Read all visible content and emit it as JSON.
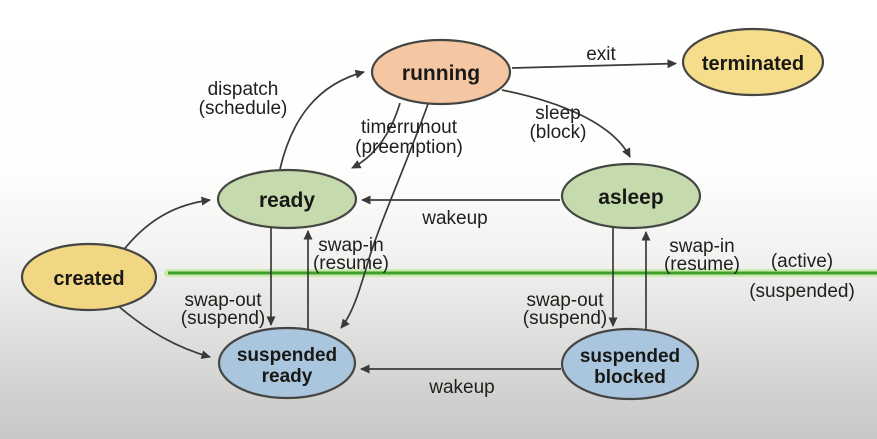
{
  "nodes": {
    "created": {
      "label": "created",
      "fill": "#f1d783"
    },
    "running": {
      "label": "running",
      "fill": "#f4c6a1"
    },
    "terminated": {
      "label": "terminated",
      "fill": "#f6dd8c"
    },
    "ready": {
      "label": "ready",
      "fill": "#c5dbae"
    },
    "asleep": {
      "label": "asleep",
      "fill": "#c5dbae"
    },
    "suspended_ready": {
      "line1": "suspended",
      "line2": "ready",
      "fill": "#a9c6de"
    },
    "suspended_blocked": {
      "line1": "suspended",
      "line2": "blocked",
      "fill": "#a9c6de"
    }
  },
  "edges": {
    "dispatch": {
      "line1": "dispatch",
      "line2": "(schedule)"
    },
    "timerrunout": {
      "line1": "timerrunout",
      "line2": "(preemption)"
    },
    "sleep": {
      "line1": "sleep",
      "line2": "(block)"
    },
    "exit": {
      "label": "exit"
    },
    "wakeup_mid": {
      "label": "wakeup"
    },
    "wakeup_bottom": {
      "label": "wakeup"
    },
    "swap_in_left": {
      "line1": "swap-in",
      "line2": "(resume)"
    },
    "swap_out_left": {
      "line1": "swap-out",
      "line2": "(suspend)"
    },
    "swap_in_right": {
      "line1": "swap-in",
      "line2": "(resume)"
    },
    "swap_out_right": {
      "line1": "swap-out",
      "line2": "(suspend)"
    }
  },
  "divider": {
    "label_above": "(active)",
    "label_below": "(suspended)",
    "core_color": "#3da02a",
    "halo_color": "#c9e9ae"
  }
}
